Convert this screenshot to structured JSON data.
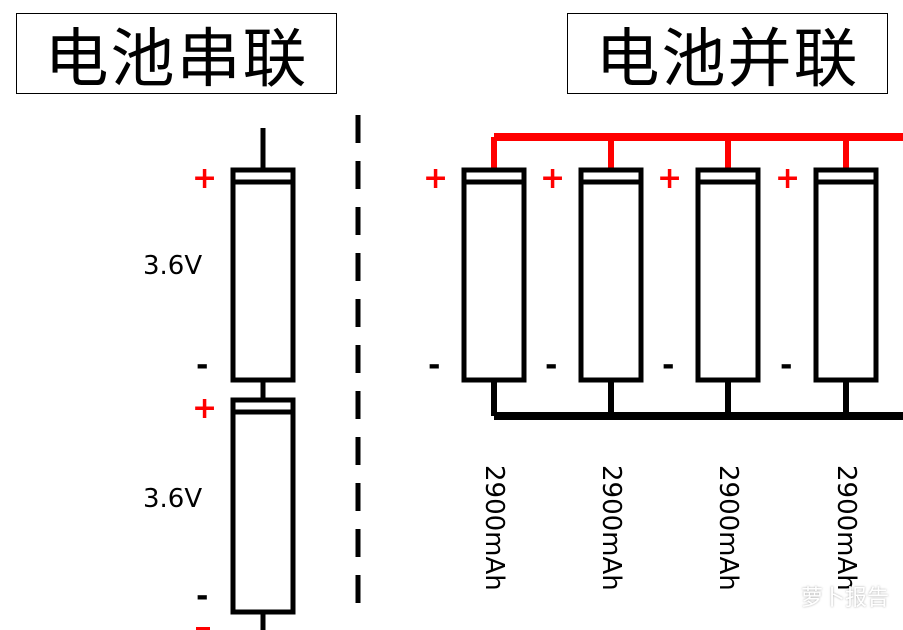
{
  "titles": {
    "series": "电池串联",
    "parallel": "电池并联"
  },
  "series": {
    "plus": "+",
    "minus": "-",
    "voltage_top": "3.6V",
    "voltage_bottom": "3.6V"
  },
  "parallel": {
    "plus": "+",
    "minus": "-",
    "capacity": [
      "2900mAh",
      "2900mAh",
      "2900mAh",
      "2900mAh"
    ]
  },
  "watermark": "萝卜报告",
  "colors": {
    "positive_wire": "#ff0000",
    "negative_wire": "#000000",
    "outline": "#000000"
  }
}
